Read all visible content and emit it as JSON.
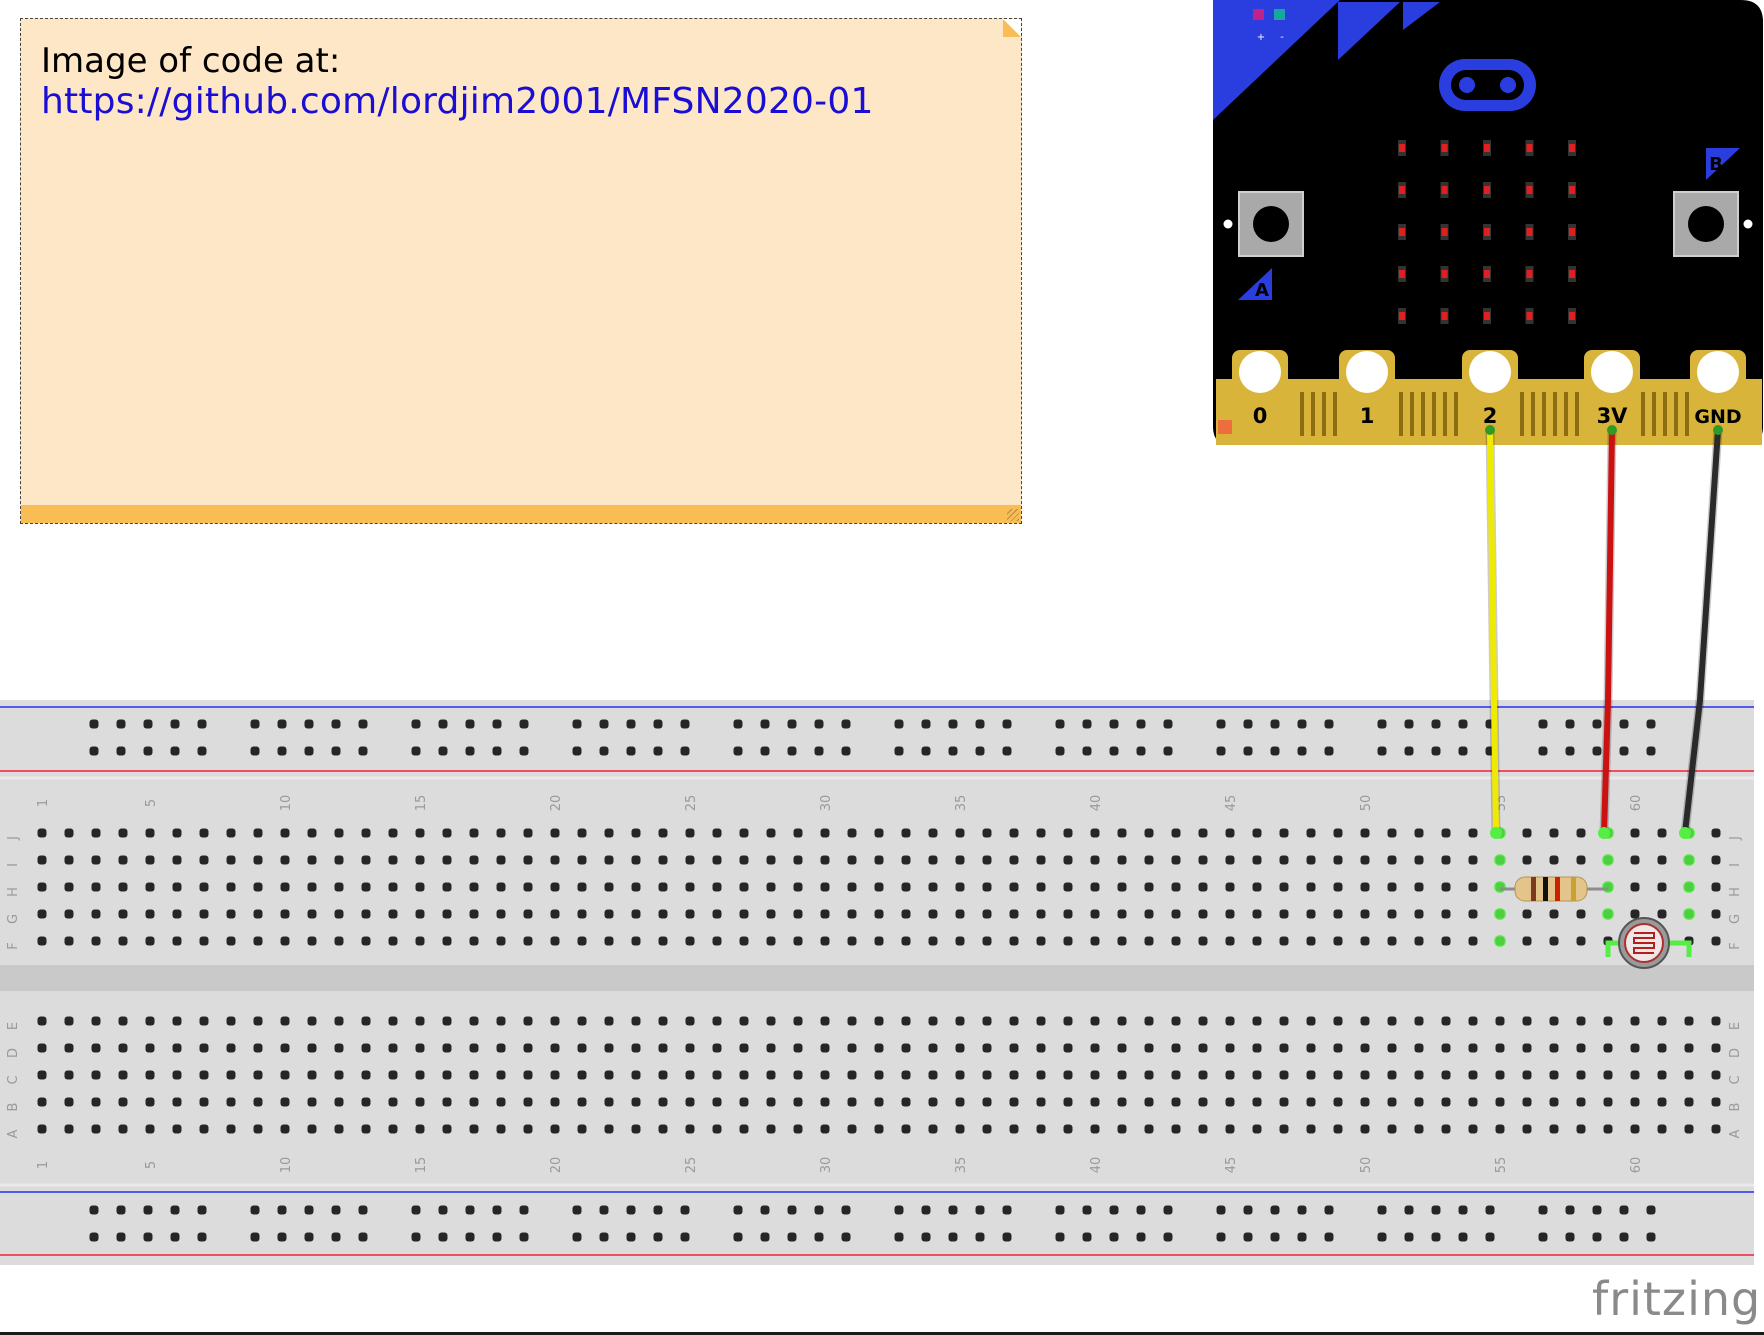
{
  "note": {
    "line1": "Image of code at:",
    "link": "https://github.com/lordjim2001/MFSN2020-01"
  },
  "microbit": {
    "pad_labels": [
      "0",
      "1",
      "2",
      "3V",
      "GND"
    ],
    "button_labels": [
      "A",
      "B"
    ],
    "power_labels": [
      "+",
      "-"
    ]
  },
  "breadboard": {
    "top_row_letters": [
      "J",
      "I",
      "H",
      "G",
      "F"
    ],
    "bottom_row_letters": [
      "E",
      "D",
      "C",
      "B",
      "A"
    ],
    "column_numbers": [
      "1",
      "5",
      "10",
      "15",
      "20",
      "25",
      "30",
      "35",
      "40",
      "45",
      "50",
      "55",
      "60"
    ]
  },
  "wires": [
    {
      "name": "yellow",
      "color": "#f0ea00",
      "from": "2"
    },
    {
      "name": "red",
      "color": "#cc1111",
      "from": "3V"
    },
    {
      "name": "black",
      "color": "#2a2a2a",
      "from": "GND"
    }
  ],
  "brand": "fritzing",
  "colors": {
    "note_bg": "#fee7c7",
    "note_bar": "#f8bd55",
    "link": "#1a0dd4",
    "board_black": "#000000",
    "board_blue": "#2a3ee0",
    "pad_gold": "#d8b53a",
    "breadboard": "#dcdcdc",
    "rail_blue": "#2233ee",
    "rail_red": "#ee2233",
    "highlight": "#55ee44"
  }
}
